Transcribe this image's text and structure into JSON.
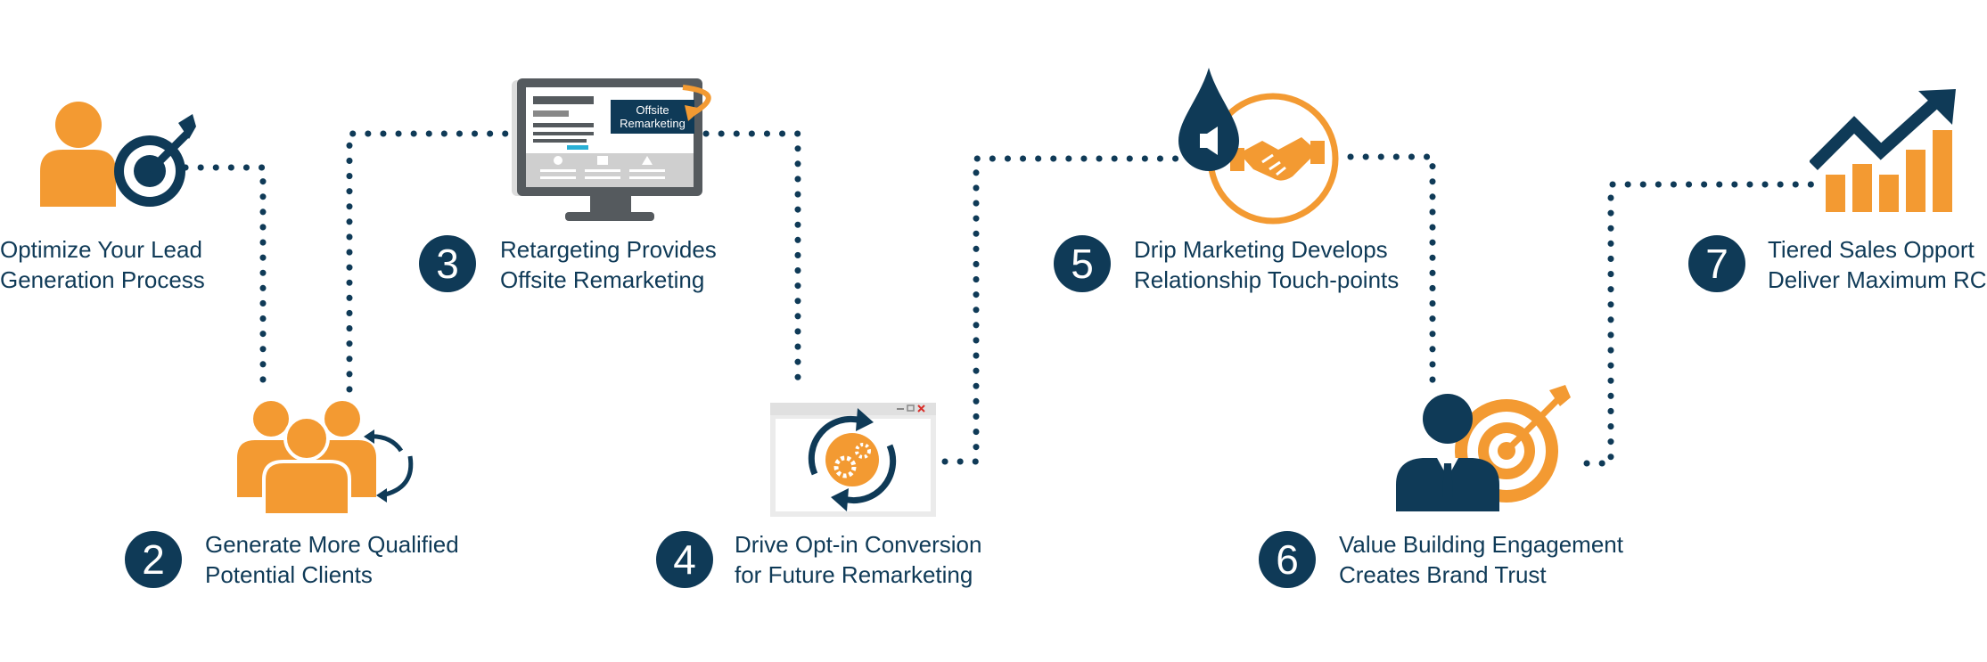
{
  "colors": {
    "navy": "#0f3a57",
    "orange": "#f39a32",
    "gray": "#6b6b6b",
    "light_gray": "#e6e6e6",
    "cyan": "#2ab0d6",
    "red": "#d9302b"
  },
  "steps": [
    {
      "number": "",
      "line1": "Optimize Your Lead",
      "line2": "Generation Process",
      "icon": "person-target-icon"
    },
    {
      "number": "2",
      "line1": "Generate More Qualified",
      "line2": "Potential Clients",
      "icon": "group-cycle-icon"
    },
    {
      "number": "3",
      "line1": "Retargeting Provides",
      "line2": "Offsite Remarketing",
      "icon": "monitor-icon"
    },
    {
      "number": "4",
      "line1": "Drive Opt-in Conversion",
      "line2": "for Future Remarketing",
      "icon": "browser-gears-icon"
    },
    {
      "number": "5",
      "line1": "Drip Marketing Develops",
      "line2": "Relationship Touch-points",
      "icon": "drip-handshake-icon"
    },
    {
      "number": "6",
      "line1": "Value Building Engagement",
      "line2": "Creates Brand Trust",
      "icon": "businessman-target-icon"
    },
    {
      "number": "7",
      "line1": "Tiered Sales Opport",
      "line2": "Deliver Maximum RC",
      "icon": "growth-chart-icon"
    }
  ],
  "monitor": {
    "callout_line1": "Offsite",
    "callout_line2": "Remarketing"
  }
}
